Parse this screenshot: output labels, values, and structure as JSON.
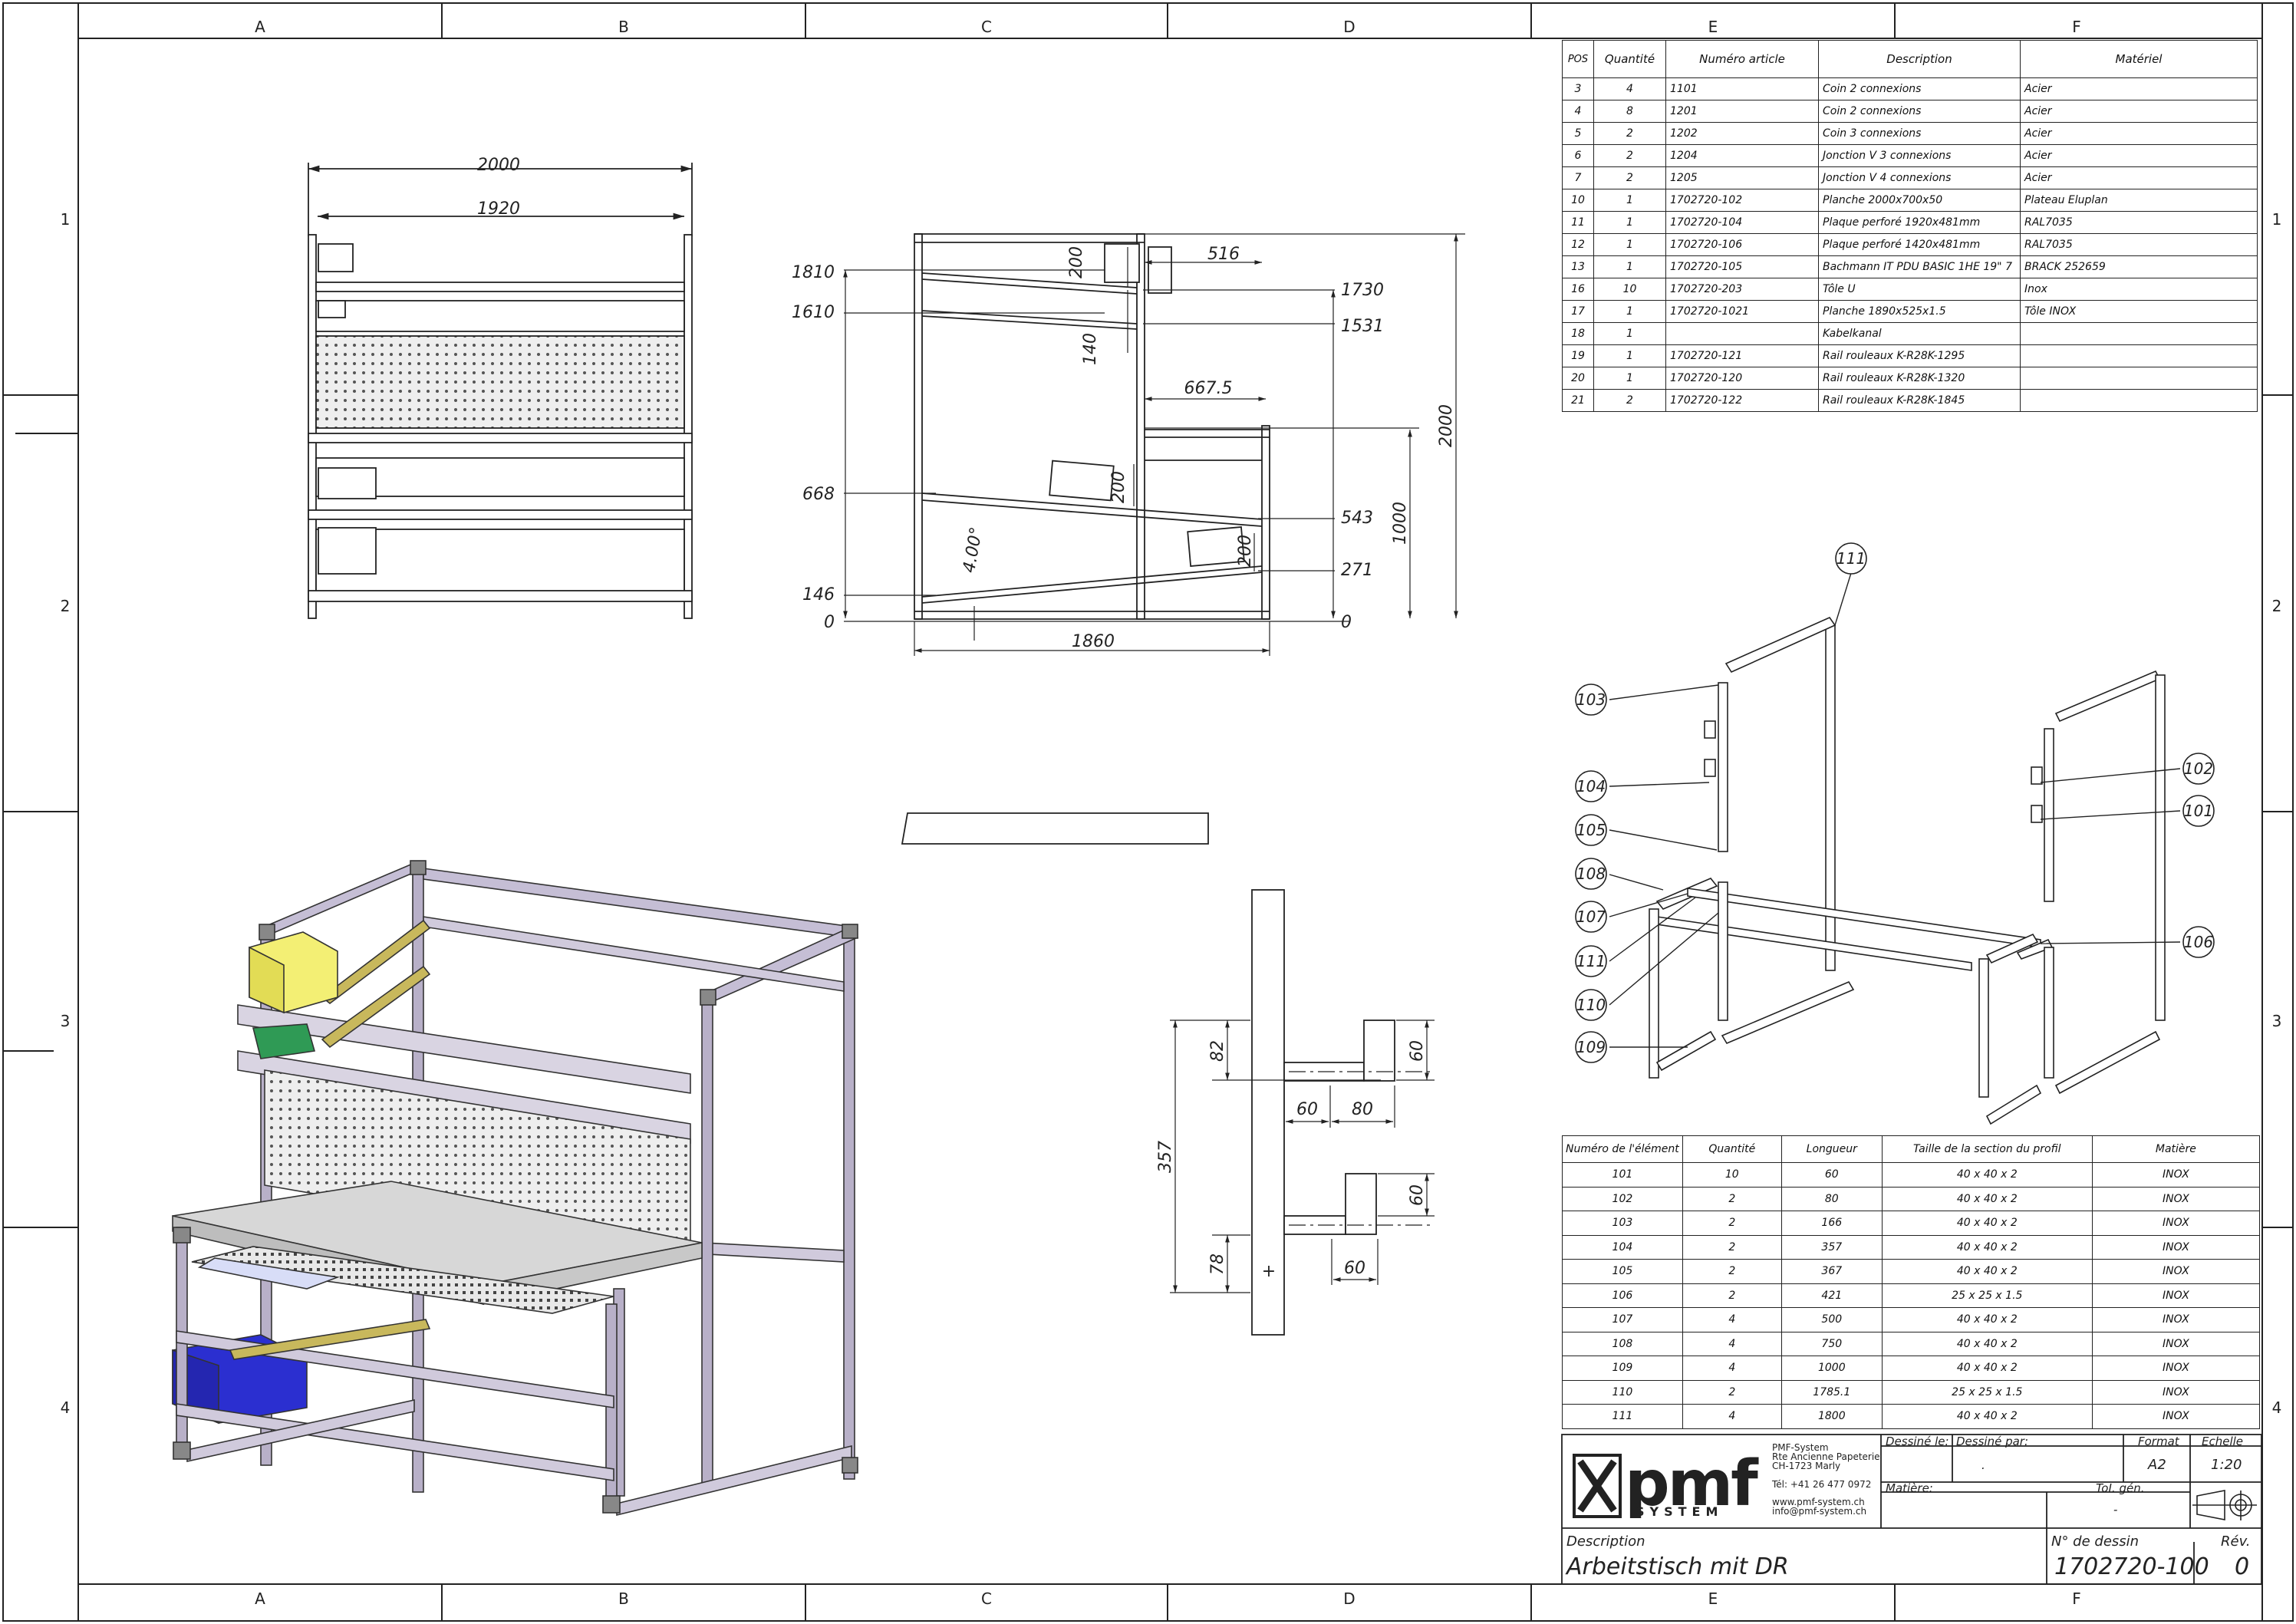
{
  "frame": {
    "columns": [
      "A",
      "B",
      "C",
      "D",
      "E",
      "F"
    ],
    "rows": [
      "1",
      "2",
      "3",
      "4"
    ]
  },
  "bom": {
    "headers": [
      "POS",
      "Quantité",
      "Numéro article",
      "Description",
      "Matériel"
    ],
    "rows": [
      [
        "3",
        "4",
        "1101",
        "Coin 2 connexions",
        "Acier"
      ],
      [
        "4",
        "8",
        "1201",
        "Coin 2 connexions",
        "Acier"
      ],
      [
        "5",
        "2",
        "1202",
        "Coin 3 connexions",
        "Acier"
      ],
      [
        "6",
        "2",
        "1204",
        "Jonction V 3 connexions",
        "Acier"
      ],
      [
        "7",
        "2",
        "1205",
        "Jonction V 4 connexions",
        "Acier"
      ],
      [
        "10",
        "1",
        "1702720-102",
        "Planche 2000x700x50",
        "Plateau Eluplan"
      ],
      [
        "11",
        "1",
        "1702720-104",
        "Plaque perforé 1920x481mm",
        "RAL7035"
      ],
      [
        "12",
        "1",
        "1702720-106",
        "Plaque perforé 1420x481mm",
        "RAL7035"
      ],
      [
        "13",
        "1",
        "1702720-105",
        "Bachmann IT PDU BASIC 1HE 19\" 7",
        "BRACK 252659"
      ],
      [
        "16",
        "10",
        "1702720-203",
        "Tôle U",
        "Inox"
      ],
      [
        "17",
        "1",
        "1702720-1021",
        "Planche 1890x525x1.5",
        "Tôle INOX"
      ],
      [
        "18",
        "1",
        "",
        "Kabelkanal",
        ""
      ],
      [
        "19",
        "1",
        "1702720-121",
        "Rail rouleaux K-R28K-1295",
        ""
      ],
      [
        "20",
        "1",
        "1702720-120",
        "Rail rouleaux K-R28K-1320",
        ""
      ],
      [
        "21",
        "2",
        "1702720-122",
        "Rail rouleaux K-R28K-1845",
        ""
      ]
    ]
  },
  "parts": {
    "headers": [
      "Numéro de l'élément",
      "Quantité",
      "Longueur",
      "Taille de la section du profil",
      "Matière"
    ],
    "rows": [
      [
        "101",
        "10",
        "60",
        "40 x 40 x 2",
        "INOX"
      ],
      [
        "102",
        "2",
        "80",
        "40 x 40 x 2",
        "INOX"
      ],
      [
        "103",
        "2",
        "166",
        "40 x 40 x 2",
        "INOX"
      ],
      [
        "104",
        "2",
        "357",
        "40 x 40 x 2",
        "INOX"
      ],
      [
        "105",
        "2",
        "367",
        "40 x 40 x 2",
        "INOX"
      ],
      [
        "106",
        "2",
        "421",
        "25 x 25 x 1.5",
        "INOX"
      ],
      [
        "107",
        "4",
        "500",
        "40 x 40 x 2",
        "INOX"
      ],
      [
        "108",
        "4",
        "750",
        "40 x 40 x 2",
        "INOX"
      ],
      [
        "109",
        "4",
        "1000",
        "40 x 40 x 2",
        "INOX"
      ],
      [
        "110",
        "2",
        "1785.1",
        "25 x 25 x 1.5",
        "INOX"
      ],
      [
        "111",
        "4",
        "1800",
        "40 x 40 x 2",
        "INOX"
      ]
    ]
  },
  "front_view": {
    "dims": [
      "2000",
      "1920"
    ]
  },
  "side_view": {
    "left_dims": [
      "1810",
      "1610",
      "668",
      "146",
      "0"
    ],
    "right_dims": [
      "1730",
      "1531",
      "543",
      "271",
      "0"
    ],
    "other_dims": [
      "516",
      "667.5",
      "200",
      "140",
      "200",
      "200",
      "4.00°",
      "1860",
      "1000",
      "2000"
    ]
  },
  "detail_view": {
    "dims": [
      "82",
      "60",
      "60",
      "80",
      "357",
      "60",
      "78",
      "60"
    ],
    "mark": "+"
  },
  "balloons": [
    "111",
    "103",
    "104",
    "105",
    "108",
    "107",
    "111",
    "110",
    "109",
    "102",
    "101",
    "106"
  ],
  "title_block": {
    "logo": "pmf",
    "logo_sub": "SYSTEM",
    "company": [
      "PMF-System",
      "Rte Ancienne Papeterie",
      "CH-1723 Marly"
    ],
    "phone": "Tél: +41 26 477 0972",
    "web": [
      "www.pmf-system.ch",
      "info@pmf-system.ch"
    ],
    "drawn_on_label": "Dessiné le:",
    "drawn_by_label": "Dessiné par:",
    "drawn_by_value": ".",
    "format_label": "Format",
    "format_value": "A2",
    "scale_label": "Echelle",
    "scale_value": "1:20",
    "material_label": "Matière:",
    "tol_label": "ToI. gén.",
    "tol_value": "-",
    "description_label": "Description",
    "description_value": "Arbeitstisch mit DR",
    "drawing_no_label": "N° de dessin",
    "drawing_no_value": "1702720-100",
    "rev_label": "Rév.",
    "rev_value": "0"
  },
  "colors": {
    "line": "#222222",
    "frame_metal": "#b8b0c8",
    "bin_yellow": "#f3ef74",
    "bin_green": "#2f9a55",
    "bin_blue": "#2b2fd0",
    "panel_grey": "#d7d7d7"
  }
}
